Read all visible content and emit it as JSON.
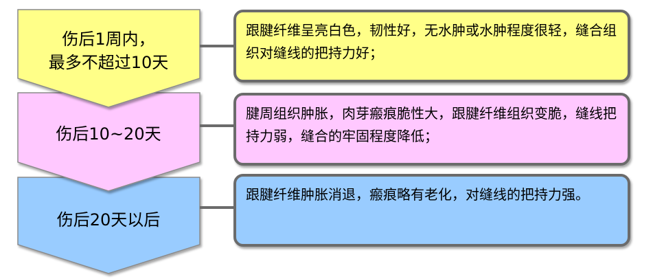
{
  "colors": {
    "stage1": "#ffff88",
    "stage2": "#ffc8ff",
    "stage3": "#99ccff",
    "border": "#6b6b6b",
    "connector": "#6b6b6b"
  },
  "stages": [
    {
      "label_lines": [
        "伤后1周内，",
        "最多不超过10天"
      ],
      "description": "跟腱纤维呈亮白色，韧性好，无水肿或水肿程度很轻，缝合组织对缝线的把持力好；"
    },
    {
      "label_lines": [
        "伤后10~20天"
      ],
      "description": "腱周组织肿胀，肉芽瘢痕脆性大，跟腱纤维组织变脆，缝线把持力弱，缝合的牢固程度降低；"
    },
    {
      "label_lines": [
        "伤后20天以后"
      ],
      "description": "跟腱纤维肿胀消退，瘢痕略有老化，对缝线的把持力强。"
    }
  ]
}
